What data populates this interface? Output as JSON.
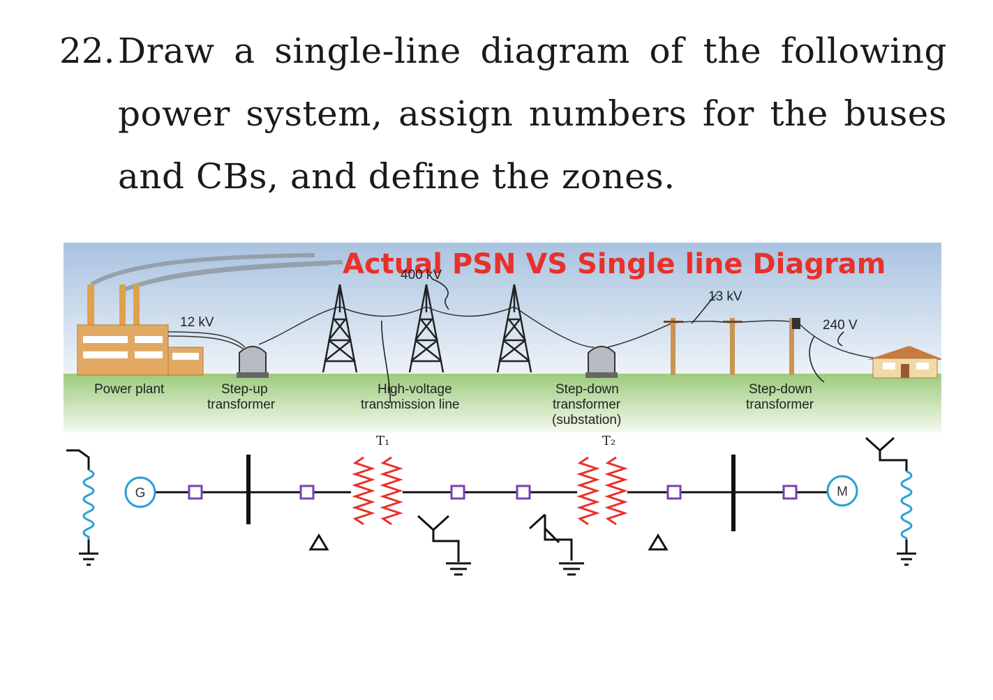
{
  "question": {
    "number": "22.",
    "text": "Draw a single-line diagram of the following power system, assign numbers for the buses and CBs, and define the zones."
  },
  "figure": {
    "title": "Actual PSN VS Single line Diagram",
    "voltage_labels": {
      "v400": "400 kV",
      "v12": "12 kV",
      "v13": "13 kV",
      "v240": "240 V"
    },
    "captions": {
      "power_plant": "Power plant",
      "step_up_1": "Step-up",
      "step_up_2": "transformer",
      "hv_line_1": "High-voltage",
      "hv_line_2": "transmission line",
      "step_down_1": "Step-down",
      "step_down_2": "transformer",
      "step_down_3": "(substation)",
      "step_down_b1": "Step-down",
      "step_down_b2": "transformer"
    },
    "single_line": {
      "t1": "T₁",
      "t2": "T₂",
      "generator": "G",
      "motor": "M"
    },
    "colors": {
      "title": "#e8312a",
      "sky": "#b9d0e8",
      "ground": "#a6d08a",
      "coil": "#e8312a",
      "breaker": "#7b3fb5",
      "machine": "#2a9fd6"
    }
  }
}
